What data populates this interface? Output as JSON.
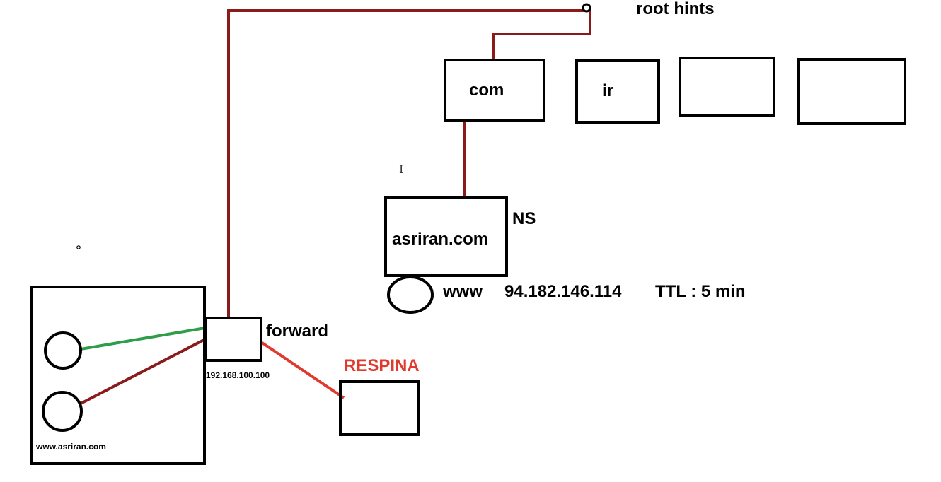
{
  "colors": {
    "background": "#ffffff",
    "stroke": "#000000",
    "link_dark_red": "#8b1a1a",
    "link_green": "#2e9e4a",
    "link_red": "#e03a2f",
    "respina_text": "#e03a2f"
  },
  "labels": {
    "root_hints": "root hints",
    "com": "com",
    "ir": "ir",
    "ns": "NS",
    "asriran": "asriran.com",
    "www": "www",
    "ip_www": "94.182.146.114",
    "ttl": "TTL : 5 min",
    "forward": "forward",
    "respina": "RESPINA",
    "local_ip": "192.168.100.100",
    "client_site": "www.asriran.com"
  },
  "cursor_glyph": "I"
}
